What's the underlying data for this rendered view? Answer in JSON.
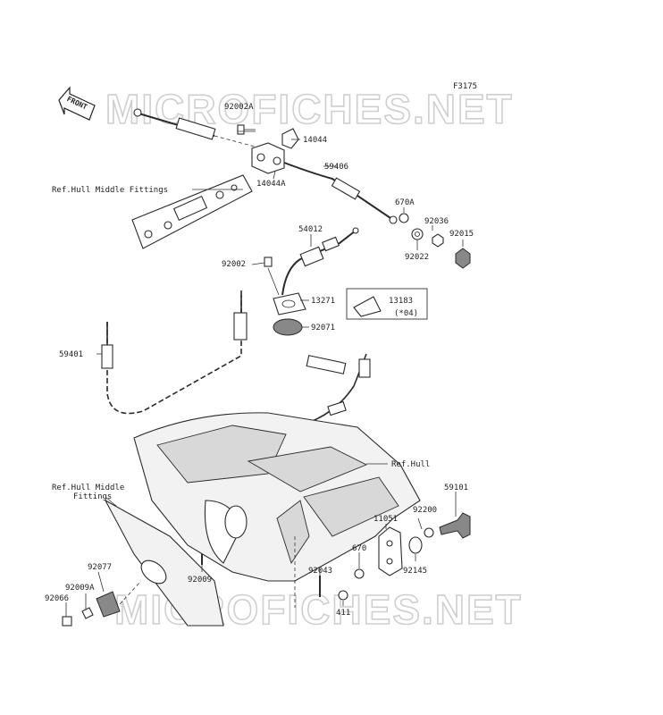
{
  "figure_code": "F3175",
  "watermark": "MICROFICHES.NET",
  "front_arrow": "FRONT",
  "references": {
    "hull_middle_top": "Ref.Hull Middle Fittings",
    "hull": "Ref.Hull",
    "hull_middle_bottom_1": "Ref.Hull Middle",
    "hull_middle_bottom_2": "Fittings"
  },
  "parts": {
    "p92002A": "92002A",
    "p14044": "14044",
    "p14044A": "14044A",
    "p59406": "59406",
    "p670A": "670A",
    "p92036": "92036",
    "p92015": "92015",
    "p92022": "92022",
    "p54012": "54012",
    "p92002": "92002",
    "p13271": "13271",
    "p13183": "13183",
    "p13183_note": "(*04)",
    "p92071": "92071",
    "p59401": "59401",
    "p59101": "59101",
    "p11051": "11051",
    "p92200": "92200",
    "p670": "670",
    "p92145": "92145",
    "p92043": "92043",
    "p411": "411",
    "p92009": "92009",
    "p92077": "92077",
    "p92009A": "92009A",
    "p92066": "92066"
  }
}
